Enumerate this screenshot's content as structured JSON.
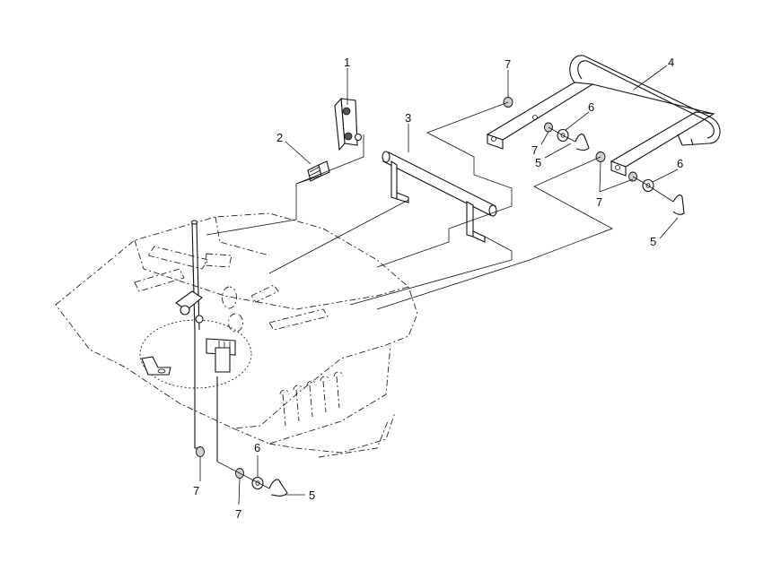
{
  "callouts": {
    "c1": "1",
    "c2": "2",
    "c3": "3",
    "c4": "4",
    "c5a": "5",
    "c5b": "5",
    "c5c": "5",
    "c6a": "6",
    "c6b": "6",
    "c6c": "6",
    "c7a": "7",
    "c7b": "7",
    "c7c": "7",
    "c7d": "7",
    "c7e": "7"
  }
}
